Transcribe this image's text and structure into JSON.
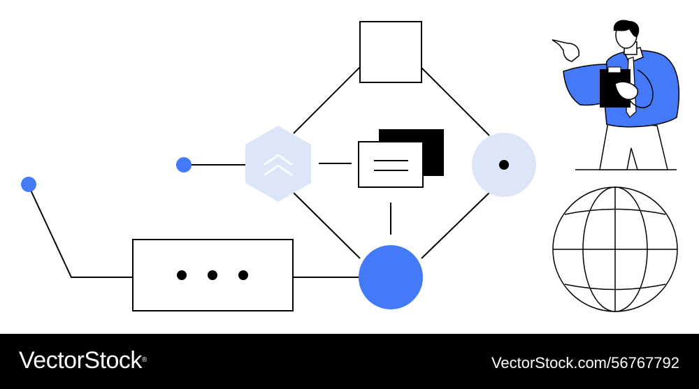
{
  "colors": {
    "accent": "#4479F8",
    "pale_blue": "#DCE6F8",
    "ink": "#000000",
    "paper": "#FFFFFF"
  },
  "icons": [
    "chevrons-up-icon",
    "message-window-icon",
    "dots-icon",
    "globe-icon",
    "person-with-clipboard-illustration"
  ],
  "watermark": {
    "brand": "VectorStock",
    "registered_mark": "®",
    "id_text": "VectorStock.com/56767792"
  }
}
